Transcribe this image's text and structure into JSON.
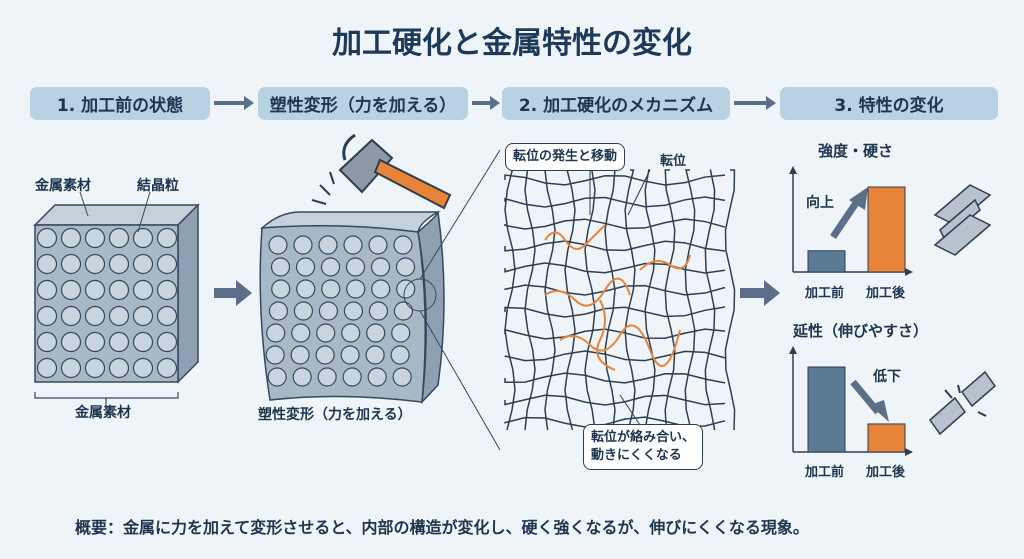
{
  "title": "加工硬化と金属特性の変化",
  "steps": [
    "1. 加工前の状態",
    "塑性変形（力を加える）",
    "2. 加工硬化のメカニズム",
    "3. 特性の変化"
  ],
  "left": {
    "label_material": "金属素材",
    "label_grain": "結晶粒",
    "caption": "金属素材"
  },
  "middle": {
    "caption": "塑性変形（力を加える）"
  },
  "mechanism": {
    "callout_top": "転位の発生と移動",
    "label_dislocation": "転位",
    "callout_bottom_line1": "転位が絡み合い、",
    "callout_bottom_line2": "動きにくくなる"
  },
  "charts": [
    {
      "title": "強度・硬さ",
      "change_label": "向上",
      "categories": [
        "加工前",
        "加工後"
      ],
      "values": [
        0.25,
        1.0
      ],
      "colors": [
        "#5b7a96",
        "#e8843a"
      ]
    },
    {
      "title": "延性（伸びやすさ）",
      "change_label": "低下",
      "categories": [
        "加工前",
        "加工後"
      ],
      "values": [
        1.0,
        0.33
      ],
      "colors": [
        "#5b7a96",
        "#e8843a"
      ]
    }
  ],
  "footer": "概要：金属に力を加えて変形させると、内部の構造が変化し、硬く強くなるが、伸びにくくなる現象。"
}
